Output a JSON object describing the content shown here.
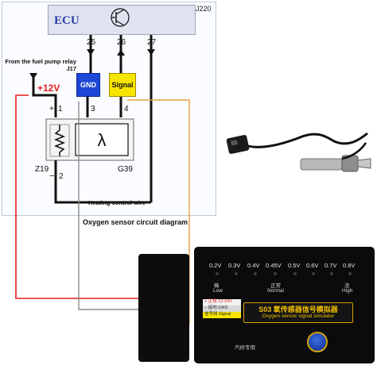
{
  "diagram": {
    "ecu_label": "ECU",
    "ecu_code": "J220",
    "pins_top": [
      "25",
      "26",
      "27"
    ],
    "gnd_tag": "GND",
    "signal_tag": "Signal",
    "relay_label": "From the fuel pump relay J17",
    "supply_label": "+12V",
    "sensor_pins": [
      "1",
      "3",
      "4",
      "2"
    ],
    "pin_plus": "+",
    "pin_minus": "−",
    "lambda_symbol": "λ",
    "z19": "Z19",
    "g39": "G39",
    "heating_label": "Heating control wire",
    "caption": "Oxygen sensor circuit diagram",
    "colors": {
      "red_wire": "#e31d1d",
      "orange_wire": "#e8a040",
      "gray_wire": "#8c8c8c",
      "ecu_blue": "#2a3aa8",
      "gnd_blue": "#1d47d6",
      "signal_yellow": "#f7e500"
    }
  },
  "simulator": {
    "voltages": [
      "0.2V",
      "0.3V",
      "0.4V",
      "0.45V",
      "0.5V",
      "0.6V",
      "0.7V",
      "0.8V"
    ],
    "lean_label": "稀",
    "lean_en": "Low",
    "normal_label": "正常",
    "normal_en": "Normal",
    "rich_label": "浓",
    "rich_en": "High",
    "strip": [
      {
        "text": "+ 正极 12-24V",
        "color": "#e31d1d"
      },
      {
        "text": "− 接地 GND",
        "color": "#cfcfcf"
      },
      {
        "text": "信号线 Signal",
        "color": "#f0c000"
      }
    ],
    "title_cn": "S03 氧传感器信号模拟器",
    "title_en": "Oxygen sensor signal simulator",
    "repair_cn": "汽修专用",
    "icons": [
      "oxygen-sensor-icon",
      "knob-icon",
      "terminal-block-icon"
    ]
  }
}
